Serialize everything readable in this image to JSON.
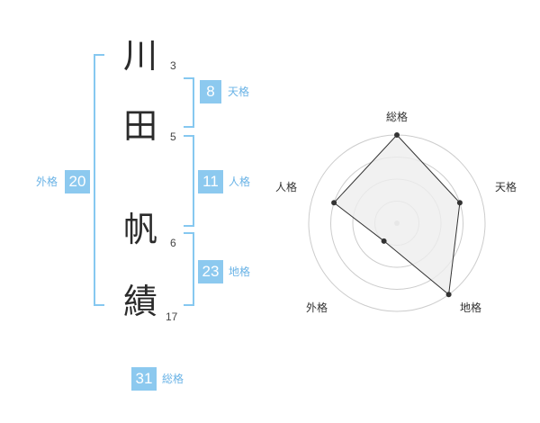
{
  "name": {
    "chars": [
      {
        "char": "川",
        "strokes": "3"
      },
      {
        "char": "田",
        "strokes": "5"
      },
      {
        "char": "帆",
        "strokes": "6"
      },
      {
        "char": "績",
        "strokes": "17"
      }
    ]
  },
  "fortunes": {
    "tenkaku": {
      "value": "8",
      "label": "天格"
    },
    "jinkaku": {
      "value": "11",
      "label": "人格"
    },
    "chikaku": {
      "value": "23",
      "label": "地格"
    },
    "gaikaku": {
      "value": "20",
      "label": "外格"
    },
    "soukaku": {
      "value": "31",
      "label": "総格"
    }
  },
  "radar": {
    "axes": [
      "総格",
      "天格",
      "地格",
      "外格",
      "人格"
    ],
    "values": [
      4,
      3,
      4,
      1,
      3
    ],
    "max": 4,
    "line_color": "#333333",
    "fill_color": "#eeeeee",
    "ring_color": "#cccccc"
  }
}
